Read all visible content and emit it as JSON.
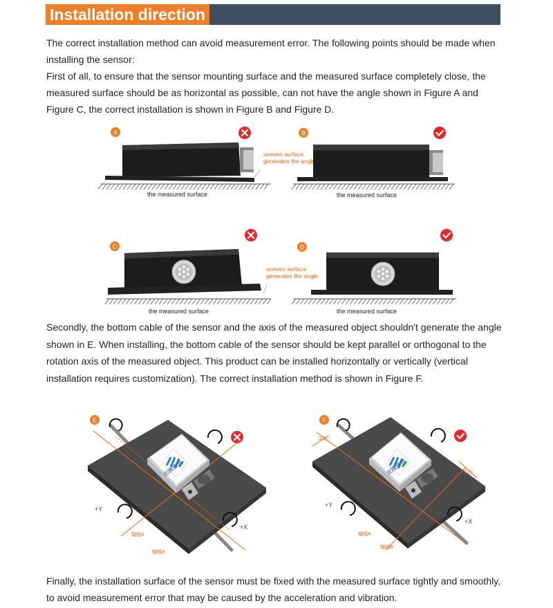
{
  "header": {
    "title": "Installation direction"
  },
  "paragraphs": {
    "intro": "The correct installation method can avoid measurement error. The following points should be made when installing the sensor:",
    "first": "First of all, to ensure that the sensor mounting surface and the measured surface completely close, the measured surface should be as horizontal as possible, can not have the angle shown in Figure A and Figure C, the correct installation is shown in Figure B and Figure D.",
    "second": "Secondly, the bottom cable of the sensor and the axis of the measured object shouldn't generate the angle shown in E. When installing, the bottom cable of the sensor should be kept parallel or orthogonal to the rotation axis of the measured object. This product can be installed horizontally or vertically (vertical installation requires customization). The correct installation method is shown in Figure F.",
    "final": "Finally, the installation surface of the sensor must be fixed with the measured surface tightly and smoothly, to avoid measurement error that may be caused by the acceleration and vibration."
  },
  "figures": {
    "a": {
      "badge": "A",
      "status": "wrong",
      "caption": "the measured surface",
      "note": "uneven surface generates the angle"
    },
    "b": {
      "badge": "B",
      "status": "correct",
      "caption": "the measured surface"
    },
    "c": {
      "badge": "C",
      "status": "wrong",
      "caption": "the measured surface",
      "note": "uneven surface generates the angle"
    },
    "d": {
      "badge": "D",
      "status": "correct",
      "caption": "the measured surface"
    },
    "e": {
      "badge": "E",
      "status": "wrong",
      "plus_y": "+Y",
      "plus_x": "+X",
      "axis_a": "轴线A",
      "axis_b": "轴线B",
      "logo_text": "北微传感"
    },
    "f": {
      "badge": "F",
      "status": "correct",
      "plus_y": "+Y",
      "plus_x": "+X",
      "axis_a": "轴线A",
      "axis_b": "轴线B",
      "parallel": "平行",
      "logo_text": "北微传感"
    }
  },
  "colors": {
    "accent": "#ee7f2a",
    "header_bar": "#3e4f62",
    "wrong": "#e8272b",
    "note": "#e46a1a"
  }
}
